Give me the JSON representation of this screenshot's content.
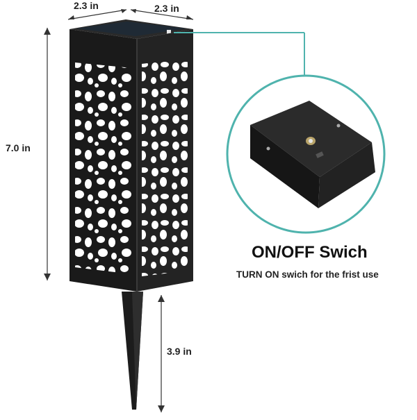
{
  "dimensions": {
    "width_left": "2.3 in",
    "width_right": "2.3 in",
    "height": "7.0 in",
    "stake": "3.9 in"
  },
  "callout": {
    "title": "ON/OFF Swich",
    "subtitle": "TURN ON swich for the frist use"
  },
  "colors": {
    "accent": "#4fb3ad",
    "product": "#1c1c1c"
  }
}
